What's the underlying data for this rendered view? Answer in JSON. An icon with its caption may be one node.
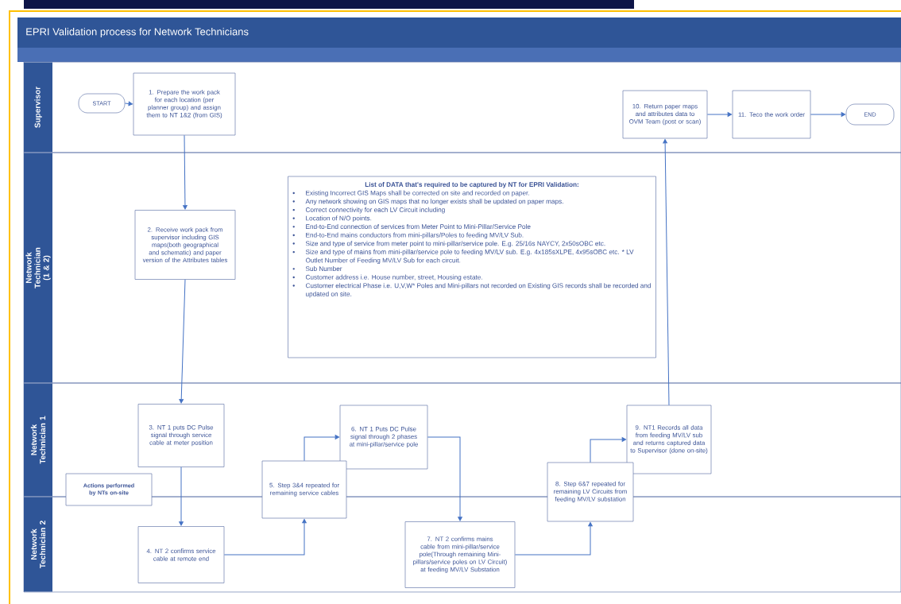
{
  "diagram": {
    "title": "EPRI Validation process for Network Technicians",
    "nodes": [
      {
        "text": [
          "Supervisor"
        ]
      },
      {
        "text": [
          "START"
        ],
        "in": 0
      },
      {
        "text": [
          "1. Prepare the work pack for each location (per planner group) and assign them to NT 1&2 (from GIS)"
        ],
        "in": 0
      },
      {
        "text": [
          "10. Return paper maps and attributes data to OVM Team (post or scan)"
        ],
        "in": 0
      },
      {
        "text": [
          "11. Teco the work order"
        ],
        "in": 0
      },
      {
        "text": [
          "END"
        ],
        "in": 0
      },
      {
        "text": [
          "Network Technician (1 & 2)"
        ]
      },
      {
        "text": [
          "2. Receive work pack from supervisor including GIS maps(both geographical and schematic) and paper version of the Attributes tables"
        ],
        "in": 6
      },
      {
        "text": [
          "List of DATA that's required to be captured by NT for EPRI Validation:",
          "Existing Incorrect GIS Maps shall be corrected on site and recorded on paper.",
          "Any network showing on GIS maps that no longer exists shall be updated on paper maps.",
          "Correct connectivity for each LV Circuit including",
          "Location of N/O points.",
          "End-to-End connection of services from Meter Point to Mini-Pillar/Service Pole",
          "End-to-End mains conductors from mini-pillars/Poles to feeding MV/LV Sub.",
          "Size and type of service from meter point to mini-pillar/service pole. E.g. 25/16s NAYCY, 2x50sOBC etc.",
          "Size and type of mains from mini-pillar/service pole to feeding MV/LV sub. E.g. 4x185sXLPE, 4x95sOBC etc. * LV Outlet Number of Feeding MV/LV Sub for each circuit.",
          "Sub Number",
          "Customer address i.e. House number, street, Housing estate.",
          "Customer electrical Phase i.e. U,V,W* Poles and Mini-pillars not recorded on Existing GIS records shall be recorded and updated on site."
        ],
        "in": 6
      },
      {
        "text": [
          "Network Technician 1"
        ]
      },
      {
        "text": [
          "3. NT 1 puts DC Pulse signal through service cable at meter position"
        ],
        "in": 9
      },
      {
        "text": [
          "6. NT 1 Puts DC Pulse signal through 2 phases at mini-pillar/service pole"
        ],
        "in": 9
      },
      {
        "text": [
          "9. NT1 Records all data from feeding MV/LV sub and returns captured data to Supervisor (done on-site)"
        ],
        "in": 9
      },
      {
        "text": [
          "Actions performed by NTs on-site"
        ]
      },
      {
        "text": [
          "5. Step 3&4 repeated for remaining service cables"
        ]
      },
      {
        "text": [
          "8. Step 6&7 repeated for remaining LV Circuits from feeding MV/LV substation"
        ]
      },
      {
        "text": [
          "Network Technician 2"
        ]
      },
      {
        "text": [
          "4. NT 2 confirms service cable at remote end"
        ],
        "in": 16
      },
      {
        "text": [
          "7. NT 2 confirms mains cable from mini-pillar/service pole(Through remaining Mini-pillars/service poles on LV Circuit) at feeding MV/LV Substation"
        ],
        "in": 16
      }
    ],
    "edges": [
      {
        "from": 1,
        "to": 2,
        "arrow": "to"
      },
      {
        "from": 2,
        "to": 7,
        "arrow": "to"
      },
      {
        "from": 7,
        "to": 10,
        "arrow": "to"
      },
      {
        "from": 10,
        "to": 17,
        "arrow": "to"
      },
      {
        "from": 17,
        "to": 14,
        "arrow": "to"
      },
      {
        "from": 14,
        "to": 11,
        "arrow": "to"
      },
      {
        "from": 11,
        "to": 18,
        "arrow": "to"
      },
      {
        "from": 18,
        "to": 15,
        "arrow": "to"
      },
      {
        "from": 15,
        "to": 12,
        "arrow": "to"
      },
      {
        "from": 12,
        "to": 3,
        "arrow": "to"
      },
      {
        "from": 3,
        "to": 4,
        "arrow": "to"
      },
      {
        "from": 4,
        "to": 5,
        "arrow": "to"
      }
    ]
  }
}
